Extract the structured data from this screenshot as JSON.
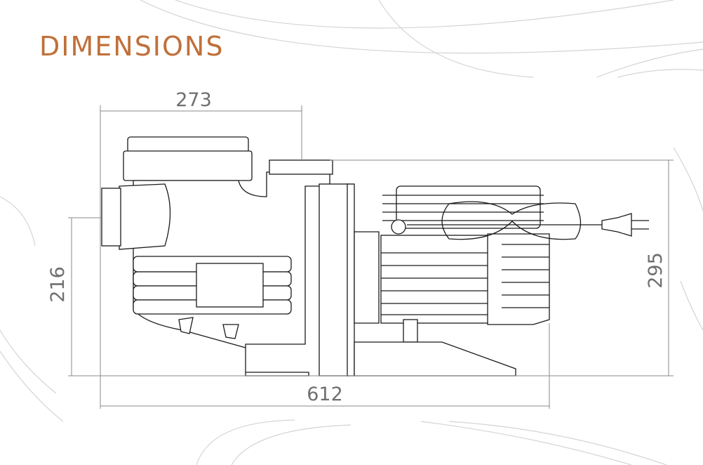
{
  "title": "DIMENSIONS",
  "dimensions": {
    "top_width": "273",
    "overall_length": "612",
    "inlet_height": "216",
    "overall_height": "295"
  },
  "colors": {
    "title": "#c0703a",
    "dimension_text": "#6f6f6f"
  }
}
